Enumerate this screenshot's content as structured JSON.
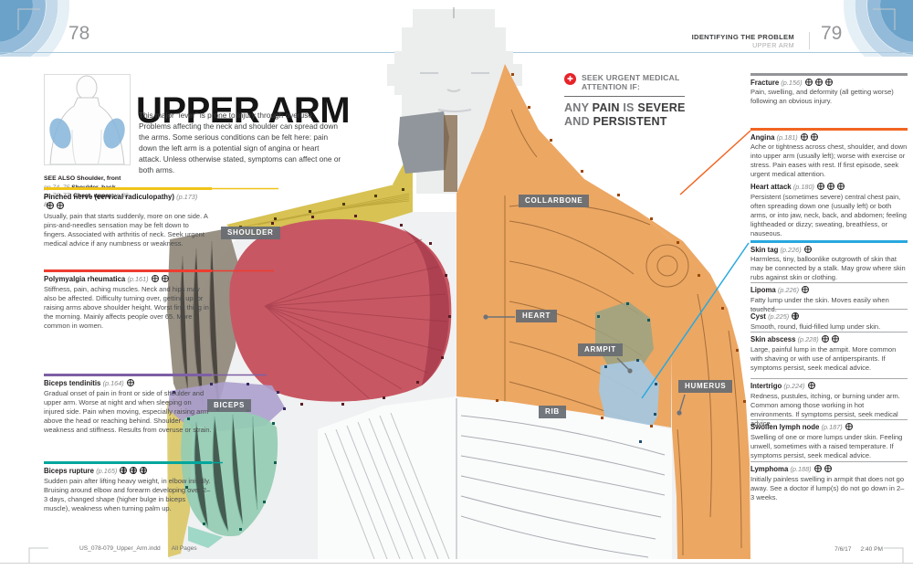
{
  "header": {
    "left_page_number": "78",
    "right_page_number": "79",
    "section_title": "IDENTIFYING THE PROBLEM",
    "section_subtitle": "UPPER ARM"
  },
  "intro": {
    "title": "UPPER ARM",
    "body": "This major “lever” is prone to injury through overuse. Problems affecting the neck and shoulder can spread down the arms. Some serious conditions can be felt here: pain down the left arm is a potential sign of angina or heart attack. Unless otherwise stated, symptoms can affect one or both arms.",
    "see_also_label": "SEE ALSO",
    "see_also_items": [
      {
        "name": "Shoulder, front",
        "pages": "pp.74–75"
      },
      {
        "name": "Shoulder, back",
        "pages": "pp.76–77,"
      },
      {
        "name": "Chest, upper",
        "pages": "pp.88–89"
      }
    ]
  },
  "urgent": {
    "icon": "medical-cross-icon",
    "icon_color": "#e8232a",
    "heading_line1": "SEEK URGENT MEDICAL",
    "heading_line2": "ATTENTION IF:",
    "message_line1": [
      {
        "text": "ANY ",
        "strong": false
      },
      {
        "text": "PAIN",
        "strong": true
      },
      {
        "text": " IS ",
        "strong": false
      },
      {
        "text": "SEVERE",
        "strong": true
      }
    ],
    "message_line2": [
      {
        "text": "AND ",
        "strong": false
      },
      {
        "text": "PERSISTENT",
        "strong": true
      }
    ]
  },
  "left_entries": [
    {
      "title": "Pinched nerve (cervical radiculopathy)",
      "page": "(p.173)",
      "severity": 2,
      "rule": "bar",
      "color": "#f0c419",
      "body": "Usually, pain that starts suddenly, more on one side. A pins-and-needles sensation may be felt down to fingers. Associated with arthritis of neck. Seek urgent medical advice if any numbness or weakness."
    },
    {
      "title": "Polymyalgia rheumatica",
      "page": "(p.161)",
      "severity": 2,
      "rule": "bar",
      "color": "#ee3d30",
      "body": "Stiffness, pain, aching muscles. Neck and hips may also be affected. Difficulty turning over, getting up, or raising arms above shoulder height. Worst first thing in the morning. Mainly affects people over 65. More common in women."
    },
    {
      "title": "Biceps tendinitis",
      "page": "(p.164)",
      "severity": 1,
      "rule": "bar",
      "color": "#7e5fa5",
      "body": "Gradual onset of pain in front or side of shoulder and upper arm. Worse at night and when sleeping on injured side. Pain when moving, especially raising arm above the head or reaching behind. Shoulder weakness and stiffness. Results from overuse or strain."
    },
    {
      "title": "Biceps rupture",
      "page": "(p.165)",
      "severity": 3,
      "rule": "bar",
      "color": "#00a69c",
      "body": "Sudden pain after lifting heavy weight, in elbow initially. Bruising around elbow and forearm developing over 2–3 days, changed shape (higher bulge in biceps muscle), weakness when turning palm up."
    }
  ],
  "right_entries": [
    {
      "title": "Fracture",
      "page": "(p.156)",
      "severity": 3,
      "rule": "bar",
      "color": "#939598",
      "body": "Pain, swelling, and deformity (all getting worse) following an obvious injury."
    },
    {
      "title": "Angina",
      "page": "(p.181)",
      "severity": 2,
      "rule": "bar",
      "color": "#f26522",
      "body": "Ache or tightness across chest, shoulder, and down into upper arm (usually left); worse with exercise or stress. Pain eases with rest. If first episode, seek urgent medical attention."
    },
    {
      "title": "Heart attack",
      "page": "(p.180)",
      "severity": 3,
      "rule": "none",
      "color": "",
      "body": "Persistent (sometimes severe) central chest pain, often spreading down one (usually left) or both arms, or into jaw, neck, back, and abdomen; feeling lightheaded or dizzy; sweating, breathless, or nauseous."
    },
    {
      "title": "Skin tag",
      "page": "(p.226)",
      "severity": 1,
      "rule": "bar",
      "color": "#29a8df",
      "body": "Harmless, tiny, balloonlike outgrowth of skin that may be connected by a stalk. May grow where skin rubs against skin or clothing."
    },
    {
      "title": "Lipoma",
      "page": "(p.226)",
      "severity": 1,
      "rule": "line",
      "color": "#a7a9ac",
      "body": "Fatty lump under the skin. Moves easily when touched."
    },
    {
      "title": "Cyst",
      "page": "(p.225)",
      "severity": 1,
      "rule": "line",
      "color": "#a7a9ac",
      "body": "Smooth, round, fluid-filled lump under skin."
    },
    {
      "title": "Skin abscess",
      "page": "(p.228)",
      "severity": 2,
      "rule": "line",
      "color": "#a7a9ac",
      "body": "Large, painful lump in the armpit. More common with shaving or with use of antiperspirants. If symptoms persist, seek medical advice."
    },
    {
      "title": "Intertrigo",
      "page": "(p.224)",
      "severity": 1,
      "rule": "line",
      "color": "#a7a9ac",
      "body": "Redness, pustules, itching, or burning under arm. Common among those working in hot environments. If symptoms persist, seek medical advice."
    },
    {
      "title": "Swollen lymph node",
      "page": "(p.187)",
      "severity": 1,
      "rule": "line",
      "color": "#a7a9ac",
      "body": "Swelling of one or more lumps under skin. Feeling unwell, sometimes with a raised temperature. If symptoms persist, seek medical advice."
    },
    {
      "title": "Lymphoma",
      "page": "(p.188)",
      "severity": 2,
      "rule": "line",
      "color": "#a7a9ac",
      "body": "Initially painless swelling in armpit that does not go away. See a doctor if lump(s) do not go down in 2–3 weeks."
    }
  ],
  "anatomy_labels": [
    {
      "id": "collarbone",
      "text": "COLLARBONE"
    },
    {
      "id": "shoulder",
      "text": "SHOULDER"
    },
    {
      "id": "heart",
      "text": "HEART"
    },
    {
      "id": "armpit",
      "text": "ARMPIT"
    },
    {
      "id": "rib",
      "text": "RIB"
    },
    {
      "id": "biceps",
      "text": "BICEPS"
    },
    {
      "id": "humerus",
      "text": "HUMERUS"
    }
  ],
  "footer": {
    "file_name": "US_078-079_Upper_Arm.indd",
    "pages_note": "All Pages",
    "date": "7/6/17",
    "time": "2:40 PM"
  },
  "accent_colors": {
    "pinched_nerve": "#f0c419",
    "polymyalgia": "#ee3d30",
    "biceps_tendinitis": "#7e5fa5",
    "biceps_rupture": "#00a69c",
    "fracture": "#939598",
    "angina": "#f26522",
    "skin_tag": "#29a8df",
    "label_box": "#676d73",
    "header_blue": "#6ba2c9"
  }
}
